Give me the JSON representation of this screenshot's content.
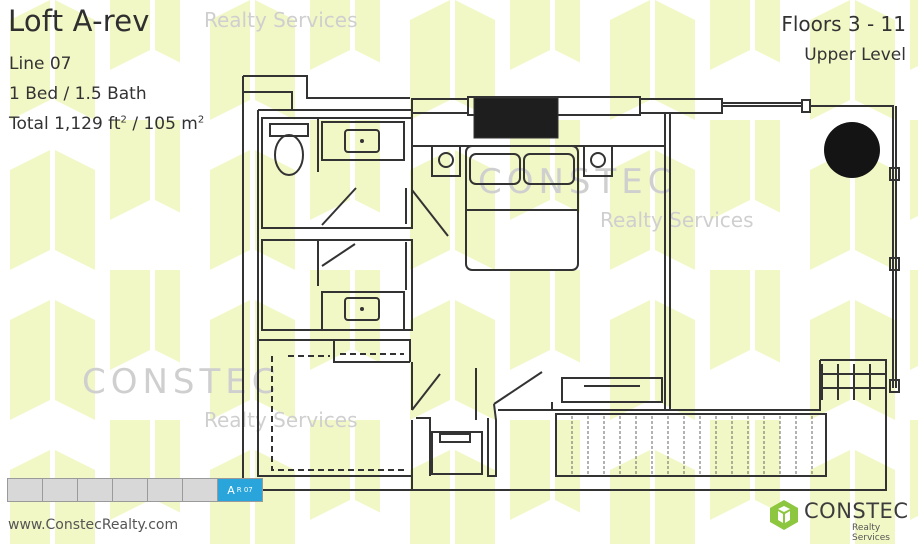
{
  "plan": {
    "name": "Loft A-rev",
    "line": "Line 07",
    "beds_baths": "1 Bed / 1.5 Bath",
    "area_prefix": "Total ",
    "area_ft": "1,129 ft",
    "area_mid": " / 105 m",
    "area_exp": "2",
    "floors": "Floors 3 - 11",
    "level": "Upper Level"
  },
  "unit_selector": {
    "active_label": "A",
    "active_sub": "R 07"
  },
  "watermark": {
    "company": "CONSTEC",
    "service": "Realty Services"
  },
  "footer": {
    "url": "www.ConstecRealty.com",
    "logo_name": "CONSTEC",
    "logo_sub": "Realty Services"
  },
  "colors": {
    "watermark_fill": "#f2f7c6",
    "wall": "#333333",
    "accent": "#2aa5dc",
    "logo_green": "#8dc63f"
  }
}
